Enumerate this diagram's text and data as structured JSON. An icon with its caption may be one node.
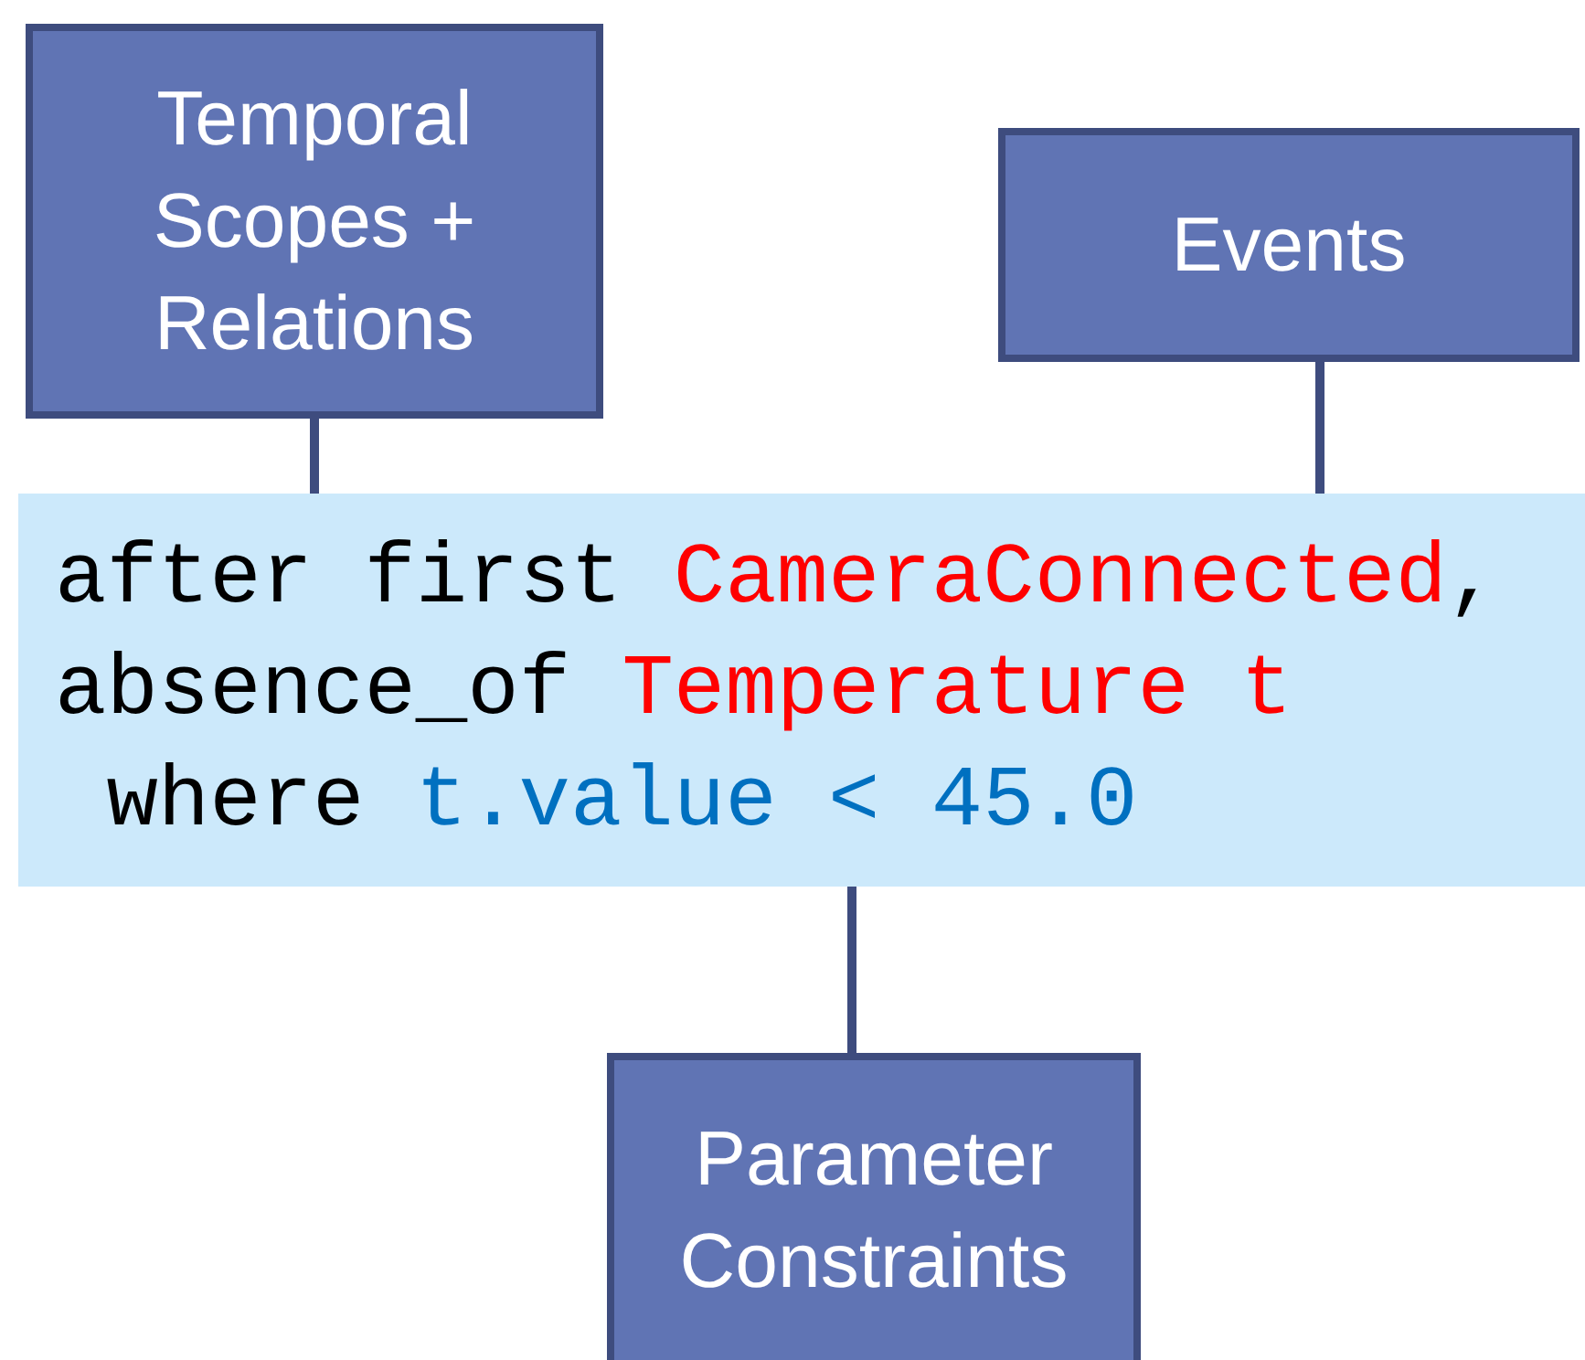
{
  "diagram": {
    "nodes": [
      {
        "text": [
          "Temporal Scopes + Relations"
        ]
      },
      {
        "text": [
          "Events"
        ]
      },
      {
        "text": [
          "after first",
          "CameraConnected",
          ",",
          "absence_of",
          "Temperature t",
          "where",
          "t.value < 45.0"
        ]
      },
      {
        "text": [
          "Parameter Constraints"
        ]
      }
    ],
    "edges": [
      {
        "from": 0,
        "to": 2,
        "arrow": "none"
      },
      {
        "from": 1,
        "to": 2,
        "arrow": "none"
      },
      {
        "from": 3,
        "to": 2,
        "arrow": "none"
      }
    ]
  }
}
